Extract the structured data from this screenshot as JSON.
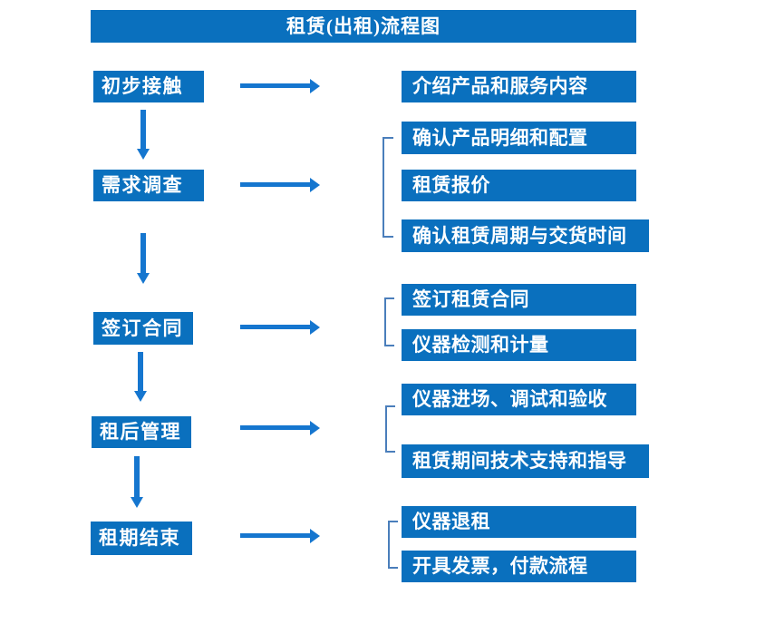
{
  "title": "租赁(出租)流程图",
  "colors": {
    "background": "#FFFFFF",
    "box_fill": "#0A70BE",
    "box_text": "#FFFFFF",
    "arrow_fill": "#1576CF",
    "bracket_stroke": "#4A7EBB"
  },
  "flow": [
    {
      "step": "初步接触",
      "details": [
        "介绍产品和服务内容"
      ]
    },
    {
      "step": "需求调查",
      "details": [
        "确认产品明细和配置",
        "租赁报价",
        "确认租赁周期与交货时间"
      ]
    },
    {
      "step": "签订合同",
      "details": [
        "签订租赁合同",
        "仪器检测和计量"
      ]
    },
    {
      "step": "租后管理",
      "details": [
        "仪器进场、调试和验收",
        "租赁期间技术支持和指导"
      ]
    },
    {
      "step": "租期结束",
      "details": [
        "仪器退租",
        "开具发票，付款流程"
      ]
    }
  ],
  "icons": {
    "right_arrow": "right-arrow",
    "down_arrow": "down-arrow",
    "group_bracket": "left-square-bracket"
  }
}
